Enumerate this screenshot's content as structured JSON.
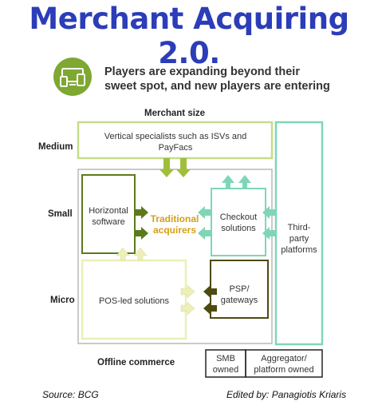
{
  "title": "Merchant Acquiring 2.0.",
  "headline_line1": "Players are expanding beyond their",
  "headline_line2": "sweet spot, and new players are entering",
  "merchant_size_label": "Merchant size",
  "rows": {
    "medium": "Medium",
    "small": "Small",
    "micro": "Micro"
  },
  "boxes": {
    "vertical_line1": "Vertical specialists such as ISVs and",
    "vertical_line2": "PayFacs",
    "horizontal_line1": "Horizontal",
    "horizontal_line2": "software",
    "traditional_line1": "Traditional",
    "traditional_line2": "acquirers",
    "checkout_line1": "Checkout",
    "checkout_line2": "solutions",
    "third_line1": "Third-",
    "third_line2": "party",
    "third_line3": "platforms",
    "pos": "POS-led solutions",
    "psp_line1": "PSP/",
    "psp_line2": "gateways"
  },
  "offline_label": "Offline commerce",
  "legend": {
    "smb_line1": "SMB",
    "smb_line2": "owned",
    "agg_line1": "Aggregator/",
    "agg_line2": "platform owned"
  },
  "footer": {
    "source": "Source: BCG",
    "edited": "Edited by: Panagiotis Kriaris"
  },
  "colors": {
    "title": "#2b3db8",
    "icon_green": "#7ea832",
    "light_yellow_green": "#c7dc8a",
    "pale_yellow": "#ecefb8",
    "mint": "#7fd6b6",
    "dark_green": "#5c7a1a",
    "olive": "#4d4a10",
    "traditional_gold": "#d4a017"
  },
  "icon": "devices-icon"
}
